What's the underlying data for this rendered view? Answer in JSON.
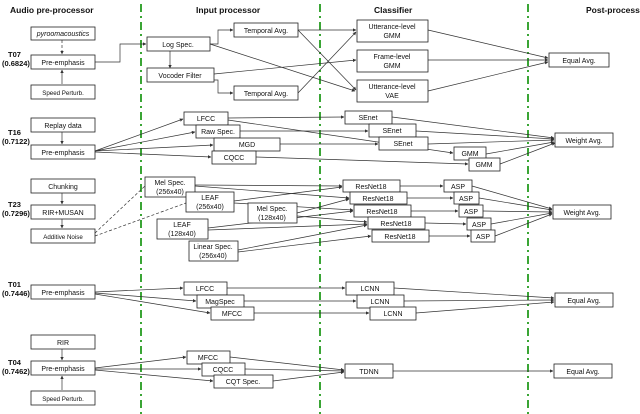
{
  "headers": {
    "audio": "Audio pre-processor",
    "input": "Input processor",
    "classifier": "Classifier",
    "post": "Post-process"
  },
  "teams": {
    "t07": {
      "id": "T07",
      "score": "(0.6824)"
    },
    "t16": {
      "id": "T16",
      "score": "(0.7122)"
    },
    "t23": {
      "id": "T23",
      "score": "(0.7296)"
    },
    "t01": {
      "id": "T01",
      "score": "(0.7446)"
    },
    "t04": {
      "id": "T04",
      "score": "(0.7462)"
    }
  },
  "boxes": {
    "t07": {
      "pyroom": "pyroomacoustics",
      "preemph": "Pre-emphasis",
      "speed": "Speed Perturb.",
      "logspec": "Log Spec.",
      "vocoder": "Vocoder Filter",
      "tavg1": "Temporal Avg.",
      "tavg2": "Temporal Avg.",
      "utt_gmm": [
        "Utterance-level",
        "GMM"
      ],
      "frame_gmm": [
        "Frame-level",
        "GMM"
      ],
      "utt_vae": [
        "Utterance-level",
        "VAE"
      ],
      "equal": "Equal Avg."
    },
    "t16": {
      "replay": "Replay data",
      "preemph": "Pre-emphasis",
      "lfcc": "LFCC",
      "rawspec": "Raw Spec.",
      "mgd": "MGD",
      "cqcc": "CQCC",
      "senet1": "SEnet",
      "senet2": "SEnet",
      "senet3": "SEnet",
      "gmm1": "GMM",
      "gmm2": "GMM",
      "weight": "Weight Avg."
    },
    "t23": {
      "chunking": "Chunking",
      "rirmusan": "RIR+MUSAN",
      "noise": "Additive Noise",
      "melspec1": [
        "Mel Spec.",
        "(256x40)"
      ],
      "leaf1": [
        "LEAF",
        "(256x40)"
      ],
      "melspec2": [
        "Mel Spec.",
        "(128x40)"
      ],
      "leaf2": [
        "LEAF",
        "(128x40)"
      ],
      "linspec": [
        "Linear Spec.",
        "(256x40)"
      ],
      "res1": "ResNet18",
      "res2": "ResNet18",
      "res3": "ResNet18",
      "res4": "ResNet18",
      "res5": "ResNet18",
      "asp1": "ASP",
      "asp2": "ASP",
      "asp3": "ASP",
      "asp4": "ASP",
      "asp5": "ASP",
      "weight": "Weight Avg."
    },
    "t01": {
      "preemph": "Pre-emphasis",
      "lfcc": "LFCC",
      "magspec": "MagSpec",
      "mfcc": "MFCC",
      "lcnn1": "LCNN",
      "lcnn2": "LCNN",
      "lcnn3": "LCNN",
      "equal": "Equal Avg."
    },
    "t04": {
      "rir": "RIR",
      "preemph": "Pre-emphasis",
      "speed": "Speed Perturb.",
      "mfcc": "MFCC",
      "cqcc": "CQCC",
      "cqt": "CQT Spec.",
      "tdnn": "TDNN",
      "equal": "Equal Avg."
    }
  },
  "colors": {
    "separator": "#3aa535",
    "line": "#333333",
    "box_border": "#222222"
  }
}
